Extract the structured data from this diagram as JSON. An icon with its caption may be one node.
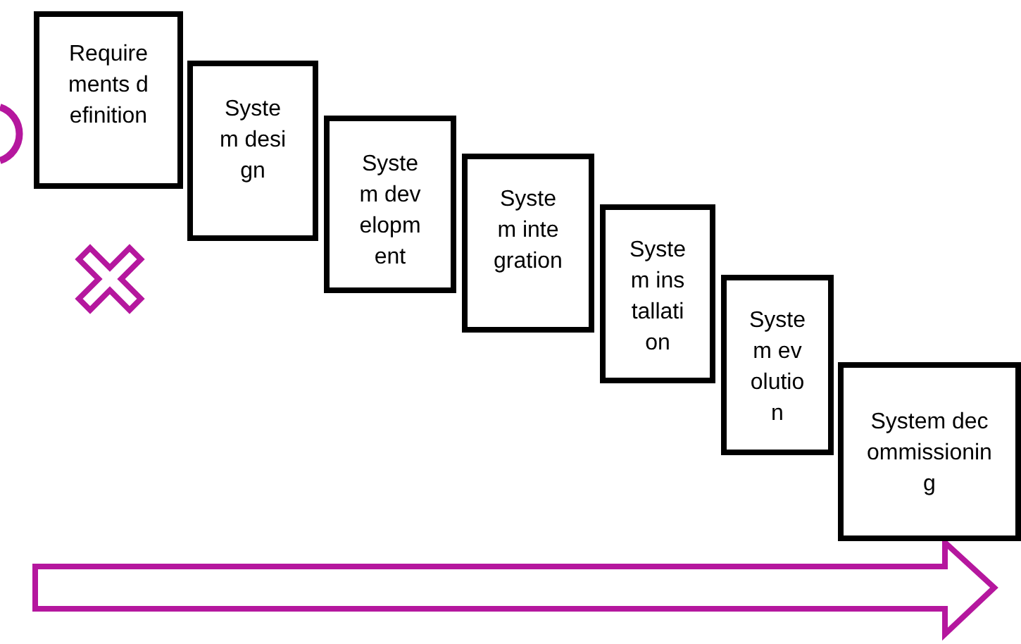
{
  "diagram": {
    "nodes": [
      {
        "text": [
          "Requirements definition"
        ]
      },
      {
        "text": [
          "System design"
        ]
      },
      {
        "text": [
          "System development"
        ]
      },
      {
        "text": [
          "System integration"
        ]
      },
      {
        "text": [
          "System installation"
        ]
      },
      {
        "text": [
          "System evolution"
        ]
      },
      {
        "text": [
          "System decommissioning"
        ]
      }
    ]
  }
}
